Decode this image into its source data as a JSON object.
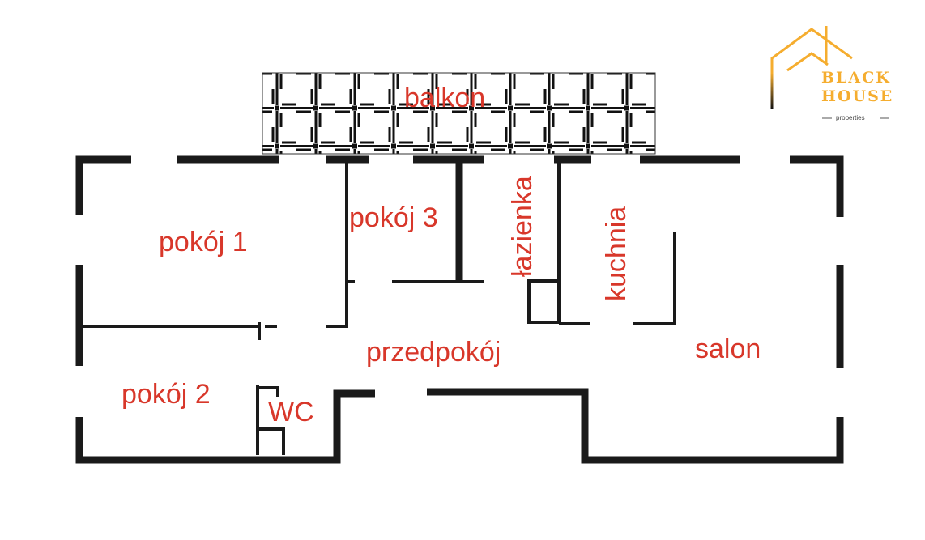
{
  "logo": {
    "line1": "BLACK",
    "line2": "HOUSE",
    "sub": "properties",
    "accent": "#f5ad2f"
  },
  "rooms": {
    "balkon": "balkon",
    "pokoj1": "pokój 1",
    "pokoj2": "pokój 2",
    "pokoj3": "pokój 3",
    "lazienka": "łazienka",
    "kuchnia": "kuchnia",
    "przedpokoj": "przedpokój",
    "salon": "salon",
    "wc": "WC"
  },
  "colors": {
    "label": "#d8372a",
    "wall": "#1a1a1a"
  }
}
